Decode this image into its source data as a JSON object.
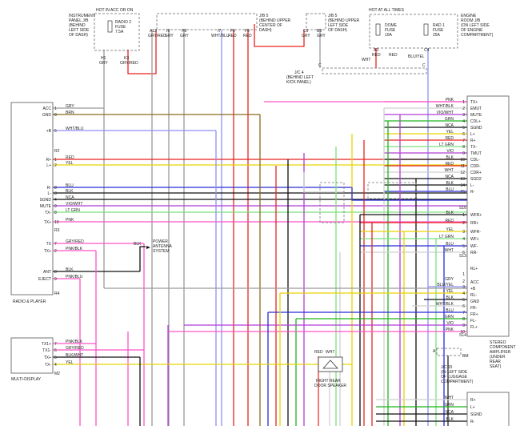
{
  "colors": {
    "gry": "#9a9a9a",
    "red": "#e8231f",
    "brn": "#8b6a1a",
    "blu": "#2b2bd6",
    "blk": "#111111",
    "wht": "#cfcfcf",
    "ylw": "#e8d400",
    "grn": "#1db51d",
    "pnk": "#ff55c8",
    "vio": "#b23cd6",
    "ltgrn": "#7be07b",
    "lblu": "#8f8ff5"
  },
  "top": {
    "hot_acc_on": "HOT IN ACC OR ON",
    "hot_all_times": "HOT AT ALL TIMES",
    "ip_jb": [
      "INSTRUMENT",
      "PANEL J/B",
      "(BEHIND",
      "LEFT SIDE",
      "OF DASH)"
    ],
    "radio_fuse": [
      "RADIO 2",
      "FUSE",
      "7.5A"
    ],
    "jb5_upper_center": [
      "J/B 5",
      "(BEHIND UPPER",
      "CENTER OF",
      "DASH)"
    ],
    "jb5_upper_left": [
      "J/B 5",
      "(BEHIND UPPER",
      "LEFT SIDE",
      "OF DASH)"
    ],
    "dome_fuse": [
      "DOME",
      "FUSE",
      "10A"
    ],
    "rad1_fuse": [
      "RAD 1",
      "FUSE",
      "25A"
    ],
    "engine_jb": [
      "ENGINE",
      "ROOM J/B",
      "(ON LEFT SIDE",
      "OF ENGINE",
      "COMPARTMENT)"
    ],
    "jc4": [
      "J/C 4",
      "(BEHIND LEFT",
      "KICK PANEL)"
    ],
    "pins": [
      "H1",
      "K3",
      "A13",
      "I9",
      "H6",
      "I7",
      "F6",
      "F9",
      "C6",
      "B9",
      "A3",
      "C4",
      "C",
      "C"
    ],
    "wire_labels": [
      "GRY",
      "GRY/RED",
      "GRY/RED",
      "GRY",
      "GRY",
      "WHT/BLU",
      "RED",
      "RED",
      "GRY",
      "GRY",
      "RED",
      "WHT",
      "RED",
      "BLU/YEL"
    ]
  },
  "radio": {
    "title": "RADIO & PLAYER",
    "labels": [
      "ACC",
      "GND",
      "+B",
      "R+",
      "L+",
      "R-",
      "L-",
      "SGND",
      "MUTE",
      "TX-",
      "TX+",
      "TX",
      "TX+",
      "ANT",
      "EJECT"
    ],
    "pins": [
      "1",
      "8",
      "5",
      "1",
      "2",
      "8",
      "3",
      "4",
      "9",
      "8",
      "10",
      "7",
      "2",
      "8",
      "9"
    ],
    "wires": [
      "GRY",
      "BRN",
      "WHT/BLU",
      "RED",
      "YEL",
      "BLU",
      "BLK",
      "NCA",
      "VIO/WHT",
      "LT GRN",
      "PNK",
      "GRY/RED",
      "PNK/BLK",
      "BLK",
      "PNK/BLU"
    ],
    "conns": [
      "R2",
      "R3",
      "R4"
    ]
  },
  "antenna": {
    "wire": "BLK",
    "label": [
      "POWER",
      "ANTENNA",
      "SYSTEM"
    ]
  },
  "multi": {
    "title": "MULTI-DISPLAY",
    "labels": [
      "TX1+",
      "TX1-",
      "TX+",
      "TX-"
    ],
    "pins": [
      "7",
      "6",
      "5",
      "4"
    ],
    "wires": [
      "PNK/BLK",
      "GRY/RED",
      "BLK/WHT",
      "YEL"
    ],
    "conn": "M2"
  },
  "amp": {
    "title": [
      "STEREO",
      "COMPONENT",
      "AMPLIFIER",
      "(UNDER",
      "REAR",
      "SEAT)"
    ],
    "s16_labels": [
      "TX+",
      "EMUT",
      "MUTE",
      "CDL+",
      "SGND",
      "L+",
      "R+",
      "TX-",
      "TMUT",
      "CDL-",
      "CDR-",
      "CDR+",
      "SGD2",
      "L-",
      "R-"
    ],
    "s16_pins": [
      "1",
      "2",
      "3",
      "4",
      "5",
      "6",
      "7",
      "8",
      "9",
      "10",
      "11",
      "12",
      "13",
      "14",
      "15"
    ],
    "s16_wires": [
      "PNK",
      "WHT/BLK",
      "VIO/WHT",
      "GRN",
      "NCA",
      "YEL",
      "RED",
      "LT GRN",
      "VIO",
      "BLK",
      "RED",
      "WHT",
      "NCA",
      "BLK",
      "BLU"
    ],
    "s13_labels": [
      "WFR+",
      "RR+",
      "WFR-",
      "WF+",
      "WF-",
      "RR-"
    ],
    "s13_pins": [
      "1",
      "2",
      "3",
      "4",
      "5",
      "6"
    ],
    "s13_wires": [
      "BLK",
      "RED",
      "YEL",
      "LT GRN",
      "BLU",
      "WHT"
    ],
    "rl_label": "RL+",
    "s14_labels": [
      "ACC",
      "+B",
      "RL-",
      "GND",
      "FR-",
      "FR+",
      "FL-",
      "FL+"
    ],
    "s14_pins": [
      "1",
      "2",
      "3",
      "4",
      "5",
      "6",
      "7",
      "8",
      "9",
      "10"
    ],
    "s14_wires": [
      "GRY",
      "BLU/YEL",
      "YEL",
      "BLK",
      "WHT/BLK",
      "BLU",
      "GRN",
      "VIO",
      "PNK"
    ],
    "conns": [
      "S16",
      "S13",
      "S14"
    ]
  },
  "speaker": {
    "pins": [
      "RED",
      "WHT"
    ],
    "label": [
      "RIGHT REAR",
      "DOOR SPEAKER"
    ]
  },
  "jc15": {
    "pin": "A",
    "tag": "BM",
    "label": [
      "J/C 15",
      "(IN LEFT SIDE",
      "OF LUGGAGE",
      "COMPARTMENT)"
    ]
  },
  "bottom_box": {
    "labels": [
      "R+",
      "L+",
      "SGND",
      "R-"
    ],
    "wires": [
      "WHT",
      "GRN",
      "NCA",
      "BLK"
    ]
  }
}
